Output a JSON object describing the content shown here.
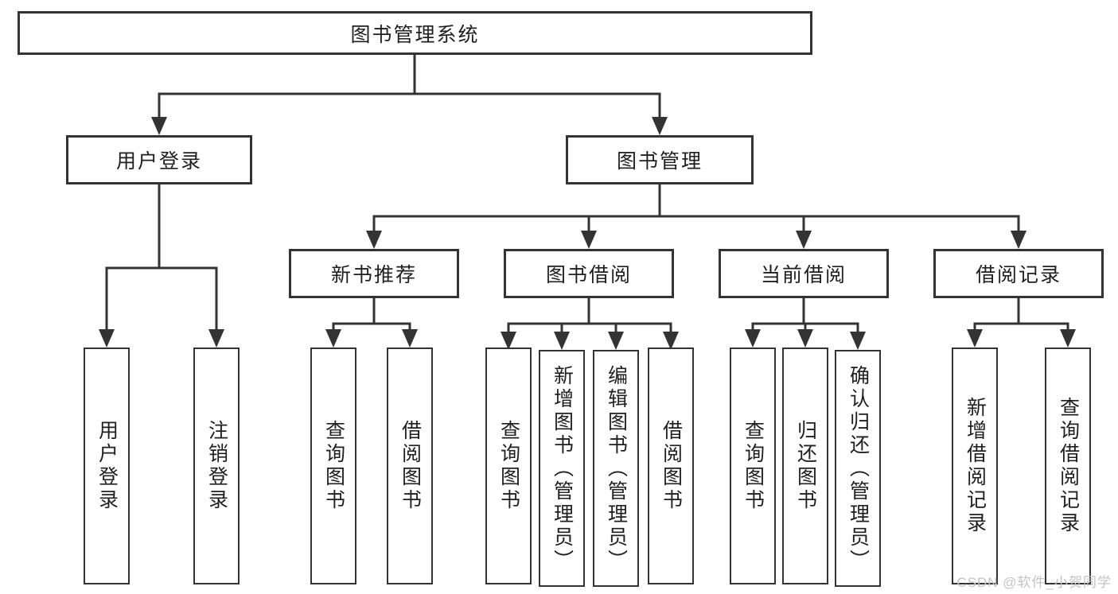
{
  "page": {
    "background": "#ffffff",
    "line_color": "#333333",
    "text_color": "#1f1f1f",
    "watermark_color": "#c3c3c9"
  },
  "watermark": {
    "text": "CSDN @软件_小贺同学"
  },
  "diagram": {
    "root": {
      "label": "图书管理系统"
    },
    "level2": [
      {
        "label": "用户登录"
      },
      {
        "label": "图书管理"
      }
    ],
    "level3": [
      {
        "label": "新书推荐",
        "parent": "图书管理"
      },
      {
        "label": "图书借阅",
        "parent": "图书管理"
      },
      {
        "label": "当前借阅",
        "parent": "图书管理"
      },
      {
        "label": "借阅记录",
        "parent": "图书管理"
      }
    ],
    "leaves": [
      {
        "label": "用户登录",
        "parent": "用户登录"
      },
      {
        "label": "注销登录",
        "parent": "用户登录"
      },
      {
        "label": "查询图书",
        "parent": "新书推荐"
      },
      {
        "label": "借阅图书",
        "parent": "新书推荐"
      },
      {
        "label": "查询图书",
        "parent": "图书借阅"
      },
      {
        "label": "新增图书（管理员）",
        "parent": "图书借阅"
      },
      {
        "label": "编辑图书（管理员）",
        "parent": "图书借阅"
      },
      {
        "label": "借阅图书",
        "parent": "图书借阅"
      },
      {
        "label": "查询图书",
        "parent": "当前借阅"
      },
      {
        "label": "归还图书",
        "parent": "当前借阅"
      },
      {
        "label": "确认归还（管理员）",
        "parent": "当前借阅"
      },
      {
        "label": "新增借阅记录",
        "parent": "借阅记录"
      },
      {
        "label": "查询借阅记录",
        "parent": "借阅记录"
      }
    ]
  }
}
